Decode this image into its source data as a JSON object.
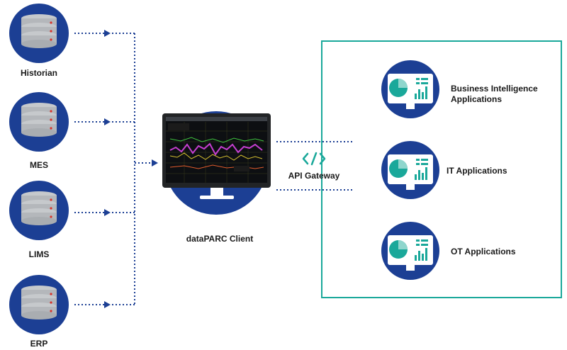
{
  "sources": [
    {
      "label": "Historian"
    },
    {
      "label": "MES"
    },
    {
      "label": "LIMS"
    },
    {
      "label": "ERP"
    }
  ],
  "client": {
    "label": "dataPARC Client"
  },
  "gateway": {
    "label": "API Gateway",
    "symbol": "</>"
  },
  "applications": [
    {
      "label_line1": "Business Intelligence",
      "label_line2": "Applications"
    },
    {
      "label_line1": "IT Applications",
      "label_line2": ""
    },
    {
      "label_line1": "OT Applications",
      "label_line2": ""
    }
  ],
  "colors": {
    "navy": "#1c3f94",
    "teal": "#1aa89a",
    "gray_disk": "#b9bcc0",
    "dot_line": "#1c3f94"
  },
  "icons": {
    "source": "database-icon",
    "client": "monitor-chart-icon",
    "app": "dashboard-monitor-icon",
    "connector": "arrow-right-icon"
  }
}
